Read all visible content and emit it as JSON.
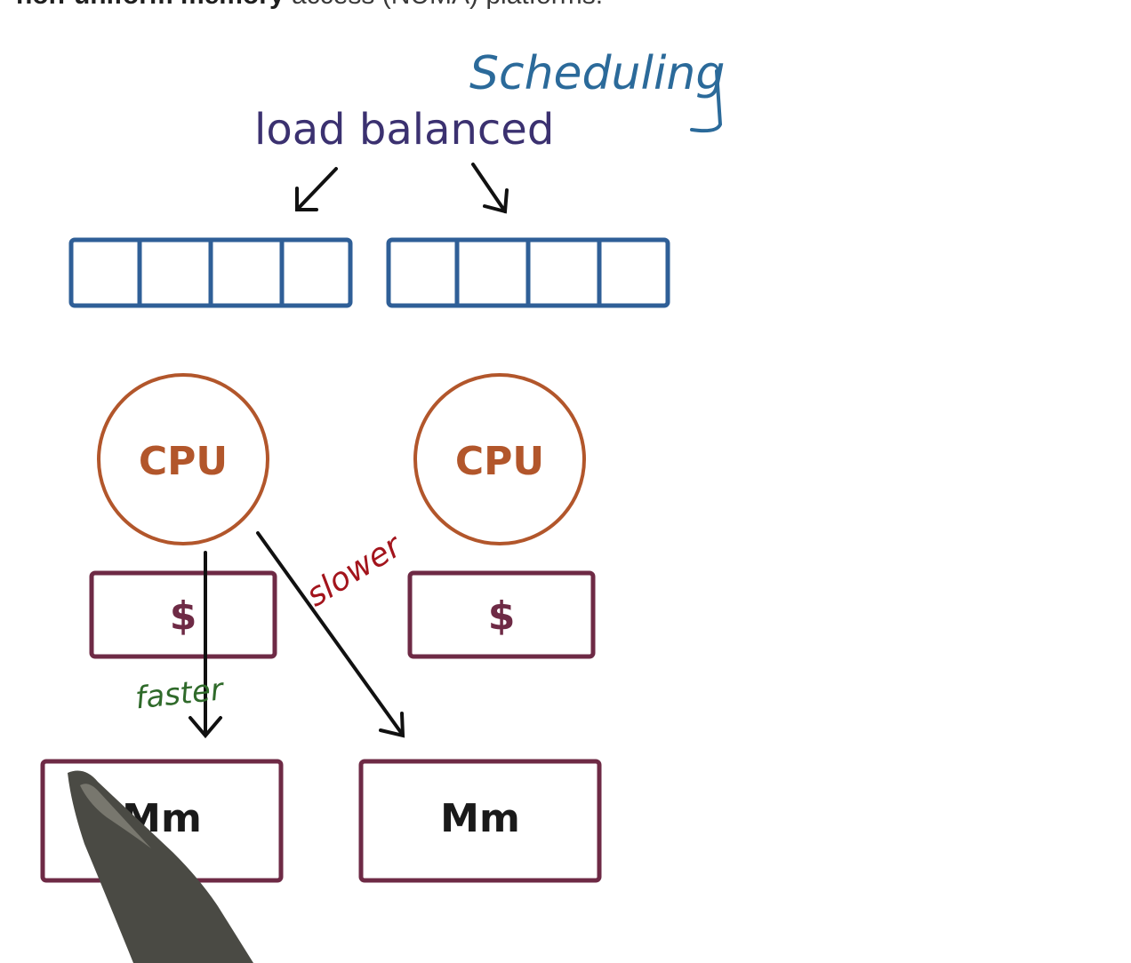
{
  "header_fragment": {
    "bold_part": "non-uniform memory",
    "rest_part": " access (NUMA) platforms."
  },
  "diagram": {
    "title": "Scheduling",
    "subtitle": "load balanced",
    "cpu_left_label": "CPU",
    "cpu_right_label": "CPU",
    "cache_left_label": "$",
    "cache_right_label": "$",
    "memory_left_label": "Mm",
    "memory_right_label": "Mm",
    "faster_label": "faster",
    "slower_label": "slower",
    "queue_left_cells": 4,
    "queue_right_cells": 4
  },
  "colors": {
    "title": "#2b6a9a",
    "subtitle": "#3b3170",
    "queue": "#2f5f97",
    "cpu": "#b2562b",
    "cache_memory": "#6e2a45",
    "arrows": "#111111",
    "faster": "#2f6a2a",
    "slower": "#a3141c"
  }
}
